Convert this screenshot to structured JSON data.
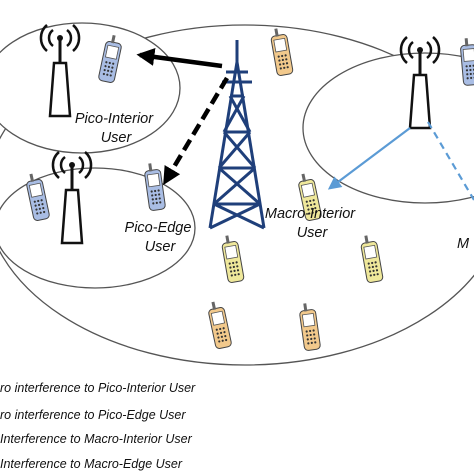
{
  "diagram": {
    "labels": {
      "pico_interior": [
        "Pico-Interior",
        "User"
      ],
      "pico_edge": [
        "Pico-Edge",
        "User"
      ],
      "macro_interior": [
        "Macro-Interior",
        "User"
      ],
      "macro_edge_partial": "M"
    },
    "legend": [
      "ro interference to Pico-Interior User",
      "ro interference to Pico-Edge User",
      "Interference to Macro-Interior User",
      "Interference to Macro-Edge User"
    ],
    "colors": {
      "black_arrow": "#000000",
      "blue_arrow": "#5b9bd5",
      "tower": "#1f3f7a",
      "pico_phone": "#a9bde4",
      "macro_interior_phone": "#efe89b",
      "macro_phone": "#f2c98c",
      "cell_outline": "#555555"
    }
  }
}
